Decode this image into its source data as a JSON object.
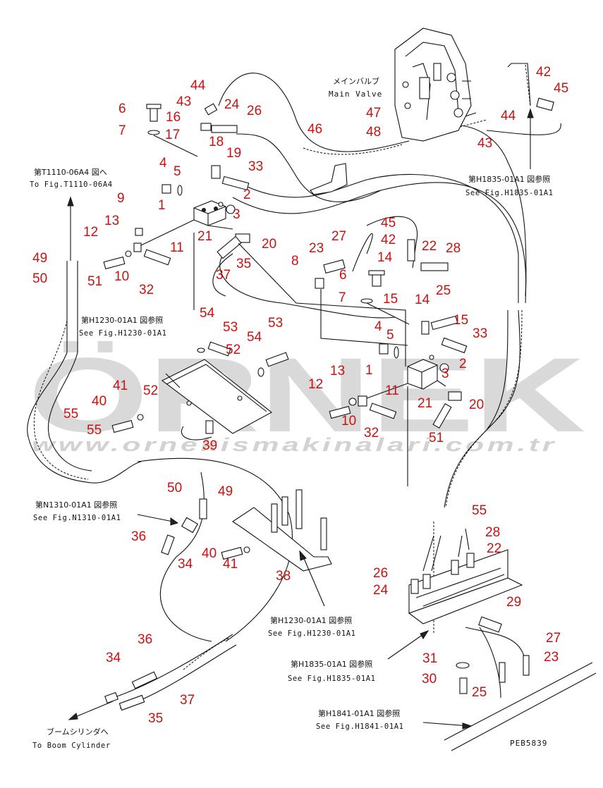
{
  "watermark": {
    "brand": "ÖRNEK",
    "url": "www.ornekismakinalari.com.tr"
  },
  "main_valve": {
    "jp": "メインバルブ",
    "en": "Main Valve"
  },
  "references": [
    {
      "id": "ref-t1110",
      "jp": "第T1110-06A4 図へ",
      "en": "To Fig.T1110-06A4"
    },
    {
      "id": "ref-h1835-top",
      "jp": "第H1835-01A1 図参照",
      "en": "See Fig.H1835-01A1"
    },
    {
      "id": "ref-h1230-left",
      "jp": "第H1230-01A1 図参照",
      "en": "See Fig.H1230-01A1"
    },
    {
      "id": "ref-n1310",
      "jp": "第N1310-01A1 図参照",
      "en": "See Fig.N1310-01A1"
    },
    {
      "id": "ref-h1230-bottom",
      "jp": "第H1230-01A1 図参照",
      "en": "See Fig.H1230-01A1"
    },
    {
      "id": "ref-h1835-bottom",
      "jp": "第H1835-01A1 図参照",
      "en": "See Fig.H1835-01A1"
    },
    {
      "id": "ref-h1841",
      "jp": "第H1841-01A1 図参照",
      "en": "See Fig.H1841-01A1"
    },
    {
      "id": "ref-boom",
      "jp": "ブームシリンダへ",
      "en": "To Boom Cylinder"
    }
  ],
  "drawing_code": "PEB5839",
  "callouts": [
    "44",
    "43",
    "24",
    "26",
    "6",
    "16",
    "7",
    "17",
    "18",
    "19",
    "33",
    "4",
    "5",
    "1",
    "3",
    "2",
    "21",
    "9",
    "13",
    "12",
    "11",
    "20",
    "10",
    "32",
    "37",
    "35",
    "49",
    "50",
    "51",
    "42",
    "45",
    "47",
    "48",
    "46",
    "44",
    "43",
    "27",
    "45",
    "42",
    "22",
    "28",
    "23",
    "6",
    "14",
    "8",
    "7",
    "15",
    "14",
    "25",
    "15",
    "33",
    "4",
    "5",
    "1",
    "3",
    "2",
    "11",
    "13",
    "12",
    "10",
    "21",
    "20",
    "32",
    "51",
    "54",
    "53",
    "52",
    "54",
    "53",
    "41",
    "40",
    "52",
    "55",
    "55",
    "39",
    "50",
    "49",
    "36",
    "34",
    "40",
    "41",
    "38",
    "55",
    "28",
    "22",
    "26",
    "24",
    "29",
    "36",
    "34",
    "37",
    "35",
    "27",
    "23",
    "31",
    "30",
    "25"
  ]
}
